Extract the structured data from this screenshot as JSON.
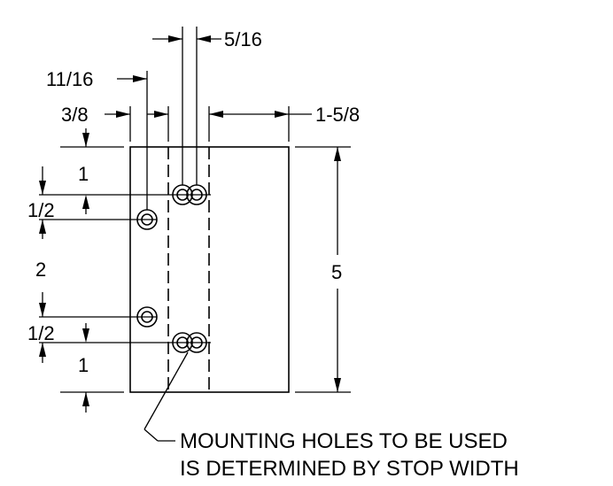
{
  "dimensions": {
    "hole_spacing_width": "5/16",
    "hole_offset_left": "11/16",
    "edge_to_slot": "3/8",
    "slot_to_edge": "1-5/8",
    "top_to_hole": "1",
    "hole_offset_top": "1/2",
    "hole_to_hole": "2",
    "hole_offset_bottom": "1/2",
    "hole_to_bottom": "1",
    "overall_height": "5"
  },
  "note": {
    "line1": "MOUNTING HOLES TO BE USED",
    "line2": "IS DETERMINED BY STOP WIDTH"
  },
  "colors": {
    "ink": "#000000",
    "paper": "#ffffff"
  }
}
